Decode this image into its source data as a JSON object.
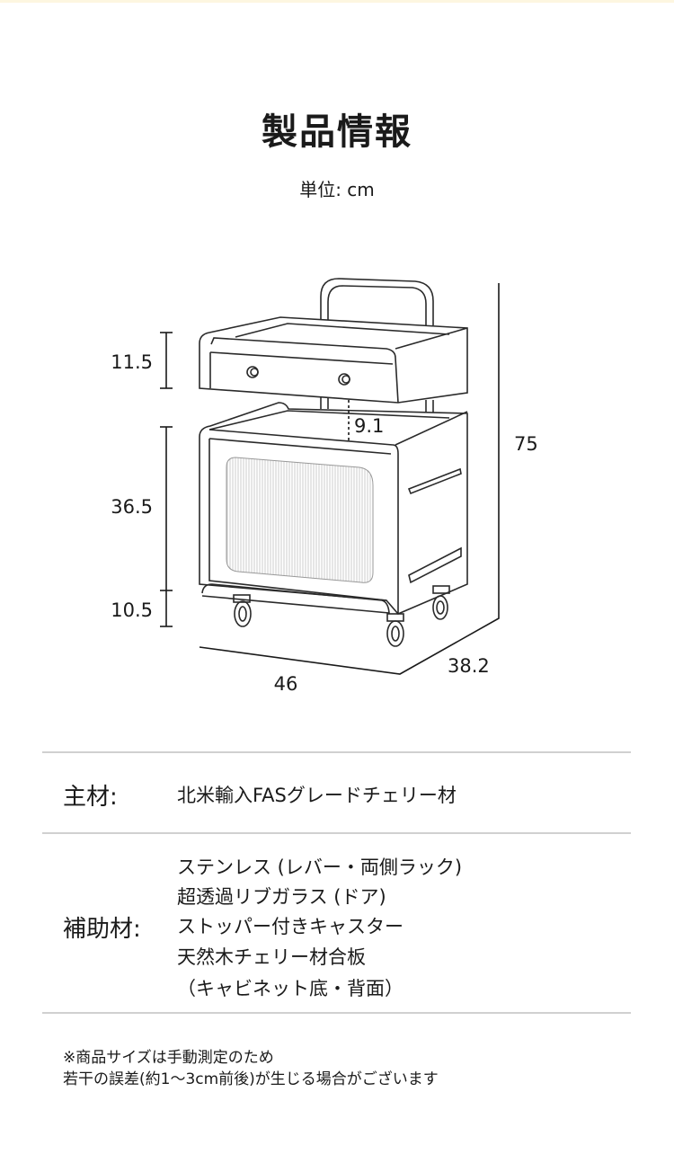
{
  "header": {
    "title": "製品情報",
    "unit": "単位: cm"
  },
  "dimensions": {
    "drawer_height": "11.5",
    "cabinet_height": "36.5",
    "caster_height": "10.5",
    "gap": "9.1",
    "total_height": "75",
    "width": "46",
    "depth": "38.2"
  },
  "specs": [
    {
      "label": "主材:",
      "values": [
        "北米輸入FASグレードチェリー材"
      ]
    },
    {
      "label": "補助材:",
      "values": [
        "ステンレス (レバー・両側ラック)",
        "超透過リブガラス (ドア)",
        "ストッパー付きキャスター",
        "天然木チェリー材合板",
        "（キャビネット底・背面）"
      ]
    }
  ],
  "notes": [
    "※商品サイズは手動測定のため",
    "若干の誤差(約1～3cm前後)が生じる場合がございます"
  ]
}
